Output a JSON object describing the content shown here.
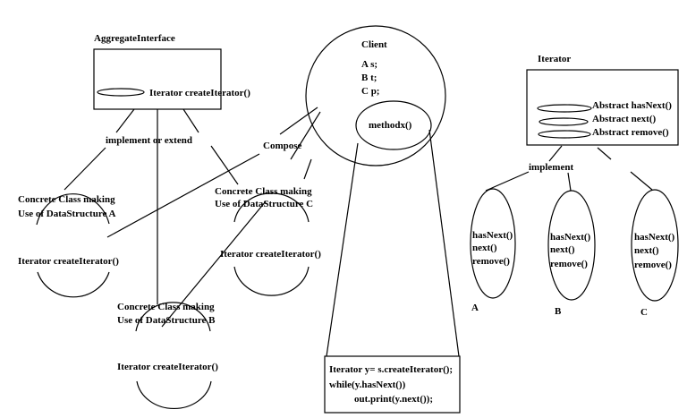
{
  "aggregate": {
    "title": "AggregateInterface",
    "method": "Iterator createIterator()",
    "relation": "implement or extend"
  },
  "client": {
    "title": "Client",
    "fields": [
      "A s;",
      "B t;",
      "C p;"
    ],
    "method": "methodx()",
    "relation": "Compose",
    "code": [
      "Iterator y= s.createIterator();",
      "while(y.hasNext())",
      "out.print(y.next());"
    ]
  },
  "concrete": {
    "a": {
      "line1": "Concrete Class making",
      "line2": "Use of DataStructure  A",
      "method": "Iterator createIterator()"
    },
    "c": {
      "line1": "Concrete Class making",
      "line2": "Use of DataStructure C",
      "method": "Iterator createIterator()"
    },
    "b": {
      "line1": "Concrete Class making",
      "line2": "Use of DataStructure B",
      "method": "Iterator createIterator()"
    }
  },
  "iterator": {
    "title": "Iterator",
    "methods": [
      "Abstract hasNext()",
      "Abstract next()",
      "Abstract remove()"
    ],
    "relation": "implement",
    "impls": [
      {
        "label": "A",
        "methods": [
          "hasNext()",
          "next()",
          "remove()"
        ]
      },
      {
        "label": "B",
        "methods": [
          "hasNext()",
          "next()",
          "remove()"
        ]
      },
      {
        "label": "C",
        "methods": [
          "hasNext()",
          "next()",
          "remove()"
        ]
      }
    ]
  }
}
